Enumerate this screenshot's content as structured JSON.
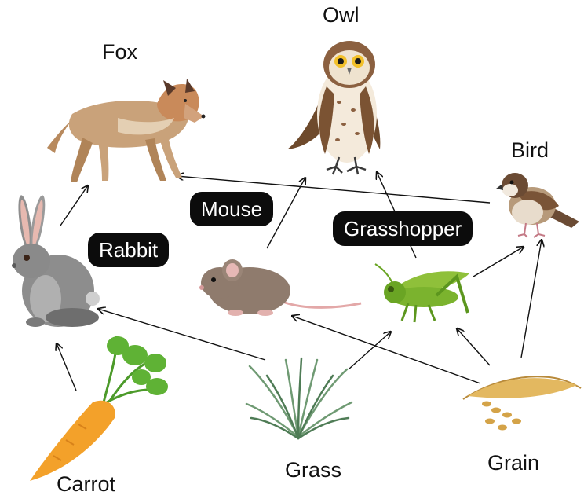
{
  "organisms": {
    "owl": "Owl",
    "fox": "Fox",
    "bird": "Bird",
    "rabbit": "Rabbit",
    "mouse": "Mouse",
    "grasshopper": "Grasshopper",
    "carrot": "Carrot",
    "grass": "Grass",
    "grain": "Grain"
  },
  "food_links": [
    [
      "carrot",
      "rabbit"
    ],
    [
      "grass",
      "rabbit"
    ],
    [
      "grass",
      "grasshopper"
    ],
    [
      "grain",
      "mouse"
    ],
    [
      "grain",
      "grasshopper"
    ],
    [
      "grain",
      "bird"
    ],
    [
      "rabbit",
      "fox"
    ],
    [
      "bird",
      "fox"
    ],
    [
      "mouse",
      "owl"
    ],
    [
      "grasshopper",
      "owl"
    ],
    [
      "grasshopper",
      "bird"
    ]
  ],
  "colors": {
    "pill_bg": "#0c0c0c",
    "pill_text": "#ffffff",
    "arrow": "#111111"
  }
}
